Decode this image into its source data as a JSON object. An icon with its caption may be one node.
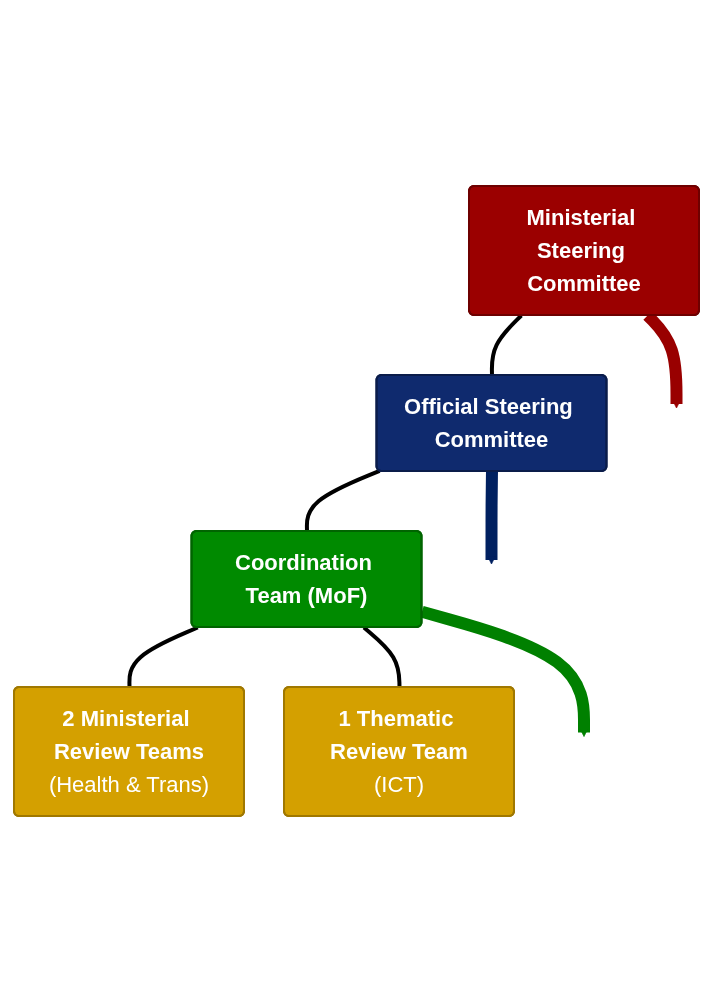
{
  "diagram": {
    "nodes": [
      {
        "text": [
          "Ministerial Steering Committee"
        ]
      },
      {
        "text": [
          "Official Steering Committee"
        ]
      },
      {
        "text": [
          "Coordination Team (MoF)"
        ]
      },
      {
        "text": [
          "2 Ministerial Review Teams",
          "(Health & Trans)"
        ]
      },
      {
        "text": [
          "1 Thematic Review Team",
          "(ICT)"
        ]
      }
    ],
    "edges": [
      {
        "from": 0,
        "to": 1,
        "arrow": "none"
      },
      {
        "from": 1,
        "to": 2,
        "arrow": "none"
      },
      {
        "from": 2,
        "to": 3,
        "arrow": "none"
      },
      {
        "from": 2,
        "to": 4,
        "arrow": "none"
      },
      {
        "from": 0,
        "to": null,
        "arrow": "to",
        "style": "thick",
        "color": "#990000"
      },
      {
        "from": 1,
        "to": null,
        "arrow": "to",
        "style": "thick",
        "color": "#002060"
      },
      {
        "from": 2,
        "to": null,
        "arrow": "to",
        "style": "thick",
        "color": "#008000"
      }
    ]
  }
}
